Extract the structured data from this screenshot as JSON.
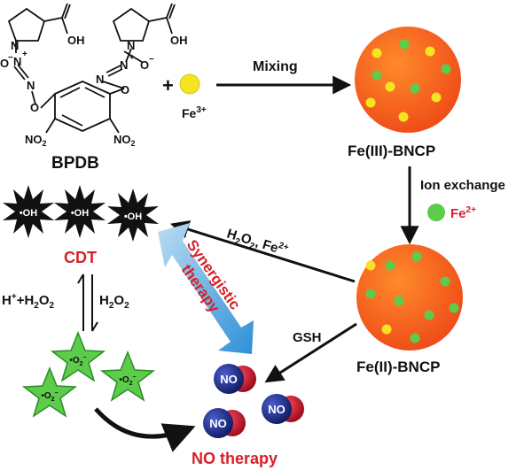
{
  "molecule": {
    "label": "BPDB",
    "substituents": {
      "oh_left": "OH",
      "oh_right": "OH",
      "nitro_left": "NO",
      "nitro_right": "NO",
      "nitro_subscript": "2",
      "n_atom": "N",
      "o_atom": "O",
      "plus": "+",
      "minus": "−"
    }
  },
  "reagents": {
    "plus_sign": "+",
    "fe3_label": "Fe",
    "fe3_charge": "3+",
    "mixing_label": "Mixing",
    "fe2_label": "Fe",
    "fe2_charge": "2+"
  },
  "particles": {
    "fe3_particle_label": "Fe(III)-BNCP",
    "fe2_particle_label": "Fe(II)-BNCP",
    "ion_exchange_label": "Ion exchange"
  },
  "pathways": {
    "h2o2_fe_label": "H",
    "h2o2_fe_sub": "2",
    "h2o2_fe_o": "O",
    "h2o2_fe_sub2": "2",
    "h2o2_fe_rest": ", Fe",
    "h2o2_fe_charge": "2+",
    "gsh_label": "GSH",
    "h_plus_label": "H",
    "h_plus_charge": "+",
    "h_plus_rest": "+H",
    "h_plus_sub": "2",
    "h_plus_o": "O",
    "h_plus_sub2": "2",
    "h2o2_right_label": "H",
    "h2o2_right_sub": "2",
    "h2o2_right_o": "O",
    "h2o2_right_sub2": "2"
  },
  "therapies": {
    "cdt_label": "CDT",
    "no_therapy_label": "NO therapy",
    "synergistic_line1": "Synergistic",
    "synergistic_line2": "therapy"
  },
  "species": {
    "oh_radical": "•OH",
    "superoxide": "•O",
    "superoxide_sub": "2",
    "superoxide_charge": "−",
    "no_molecule": "NO"
  },
  "colors": {
    "particle_orange": "#f2571f",
    "fe3_yellow": "#f5e421",
    "fe2_green": "#5ccc4a",
    "star_green": "#5ccc4a",
    "therapy_red": "#d71f26",
    "arrow_blue": "#4aa3dc",
    "no_blue": "#1e2a78",
    "no_red": "#c8102e"
  },
  "icons": {
    "oh_radical": "black-starburst-icon",
    "superoxide": "green-star-icon",
    "no_molecule": "diatomic-sphere-icon",
    "fe3_ion": "yellow-dot-icon",
    "fe2_ion": "green-dot-icon"
  }
}
